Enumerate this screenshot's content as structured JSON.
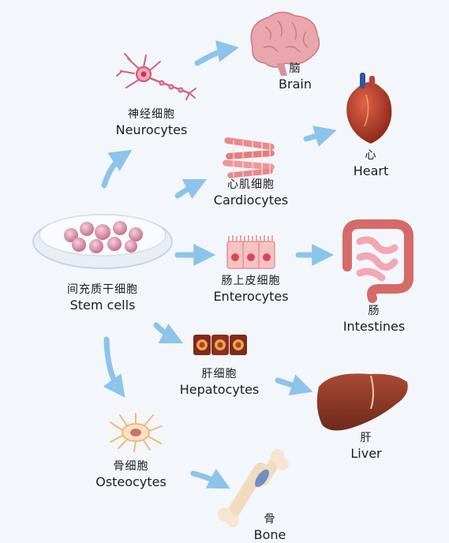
{
  "nodes": {
    "stem": {
      "zh": "间充质干细胞",
      "en": "Stem cells"
    },
    "neurocytes": {
      "zh": "神经细胞",
      "en": "Neurocytes"
    },
    "cardiocytes": {
      "zh": "心肌细胞",
      "en": "Cardiocytes"
    },
    "enterocytes": {
      "zh": "肠上皮细胞",
      "en": "Enterocytes"
    },
    "hepatocytes": {
      "zh": "肝细胞",
      "en": "Hepatocytes"
    },
    "osteocytes": {
      "zh": "骨细胞",
      "en": "Osteocytes"
    },
    "brain": {
      "zh": "脑",
      "en": "Brain"
    },
    "heart": {
      "zh": "心",
      "en": "Heart"
    },
    "intestines": {
      "zh": "肠",
      "en": "Intestines"
    },
    "liver": {
      "zh": "肝",
      "en": "Liver"
    },
    "bone": {
      "zh": "骨",
      "en": "Bone"
    }
  },
  "colors": {
    "arrow": "#8cc4ea",
    "cell": "#e7a2b8",
    "organ": "#b8402c",
    "liver": "#8e3a28",
    "bone": "#f1dfc4"
  },
  "icons": [
    "petri-dish-icon",
    "neuron-icon",
    "muscle-fiber-icon",
    "epithelium-icon",
    "hepatocyte-icon",
    "osteocyte-icon",
    "brain-icon",
    "heart-icon",
    "intestine-icon",
    "liver-icon",
    "bone-icon"
  ]
}
